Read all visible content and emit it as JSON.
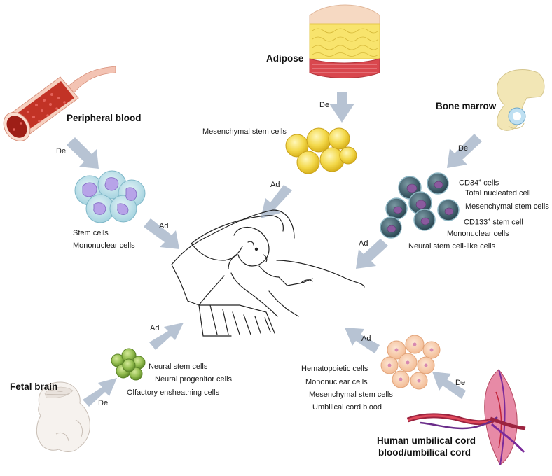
{
  "sources": {
    "peripheral_blood": "Peripheral blood",
    "adipose": "Adipose",
    "bone_marrow": "Bone marrow",
    "fetal_brain": "Fetal brain",
    "cord_line1": "Human umbilical cord",
    "cord_line2": "blood/umbilical cord"
  },
  "arrow_labels": {
    "de": "De",
    "ad": "Ad"
  },
  "cells": {
    "peripheral": [
      "Stem cells",
      "Mononuclear cells"
    ],
    "adipose": [
      "Mesenchymal stem cells"
    ],
    "bone_marrow": {
      "cd34_main": "CD34",
      "cd34_sup": "+",
      "cd34_rest": " cells",
      "tnc": "Total nucleated cell",
      "msc": "Mesenchymal stem cells",
      "cd133_main": "CD133",
      "cd133_sup": "+",
      "cd133_rest": " stem cell",
      "mono": "Mononuclear cells",
      "nsc_like": "Neural stem cell-like cells"
    },
    "fetal_brain": [
      "Neural stem cells",
      "Neural progenitor cells",
      "Olfactory ensheathing cells"
    ],
    "cord": [
      "Hematopoietic cells",
      "Mononuclear cells",
      "Mesenchymal stem cells",
      "Umbilical cord blood"
    ]
  },
  "colors": {
    "arrow": "#b7c3d3",
    "blood_red": "#a8201e",
    "fat_yellow": "#f6e26a",
    "bone": "#f2e6b5",
    "marrow_cell": "#4c6a76",
    "nucleus_purple": "#8a5a9e",
    "stem_cell_blue": "#bfe0ea",
    "neural_green": "#8ab64a",
    "cord_cell_peach": "#f6c7a5"
  }
}
